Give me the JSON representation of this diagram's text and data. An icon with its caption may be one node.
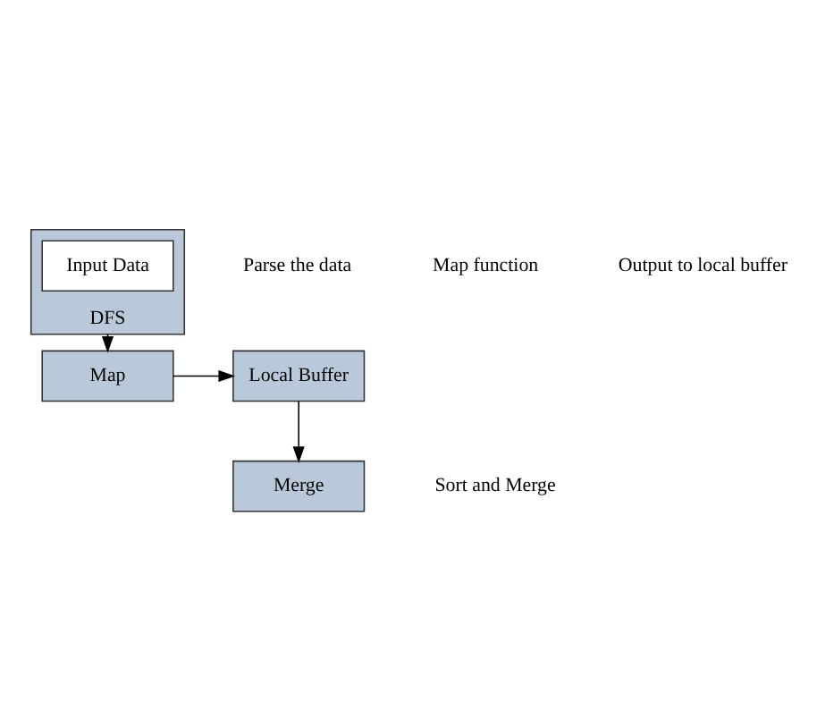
{
  "diagram": {
    "nodes": [
      {
        "text": [
          "DFS"
        ]
      },
      {
        "text": [
          "Input Data"
        ],
        "in": 0
      },
      {
        "text": [
          "Merge"
        ]
      },
      {
        "text": [
          "Map"
        ]
      },
      {
        "text": [
          "Local Buffer"
        ]
      }
    ],
    "edges": [
      {
        "from": 0,
        "to": 3,
        "arrow": "to"
      },
      {
        "from": 3,
        "to": 4,
        "arrow": "to"
      },
      {
        "from": 4,
        "to": 2,
        "arrow": "to"
      }
    ],
    "labels": [
      "Sort and Merge",
      "Parse the data",
      "Map function",
      "Output to local buffer"
    ]
  }
}
